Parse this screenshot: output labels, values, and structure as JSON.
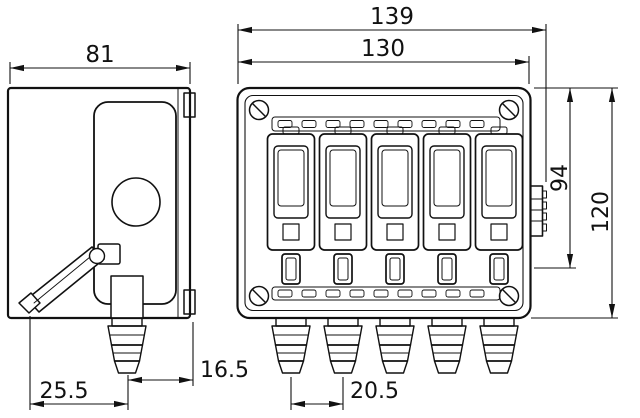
{
  "drawing": {
    "dimensions": {
      "overall_width": "139",
      "body_width": "130",
      "depth": "81",
      "body_height": "94",
      "overall_height": "120",
      "gland_offset_depth": "16.5",
      "gland_offset_side": "25.5",
      "gland_pitch": "20.5"
    },
    "colors": {
      "line": "#111111",
      "background": "#ffffff"
    }
  }
}
